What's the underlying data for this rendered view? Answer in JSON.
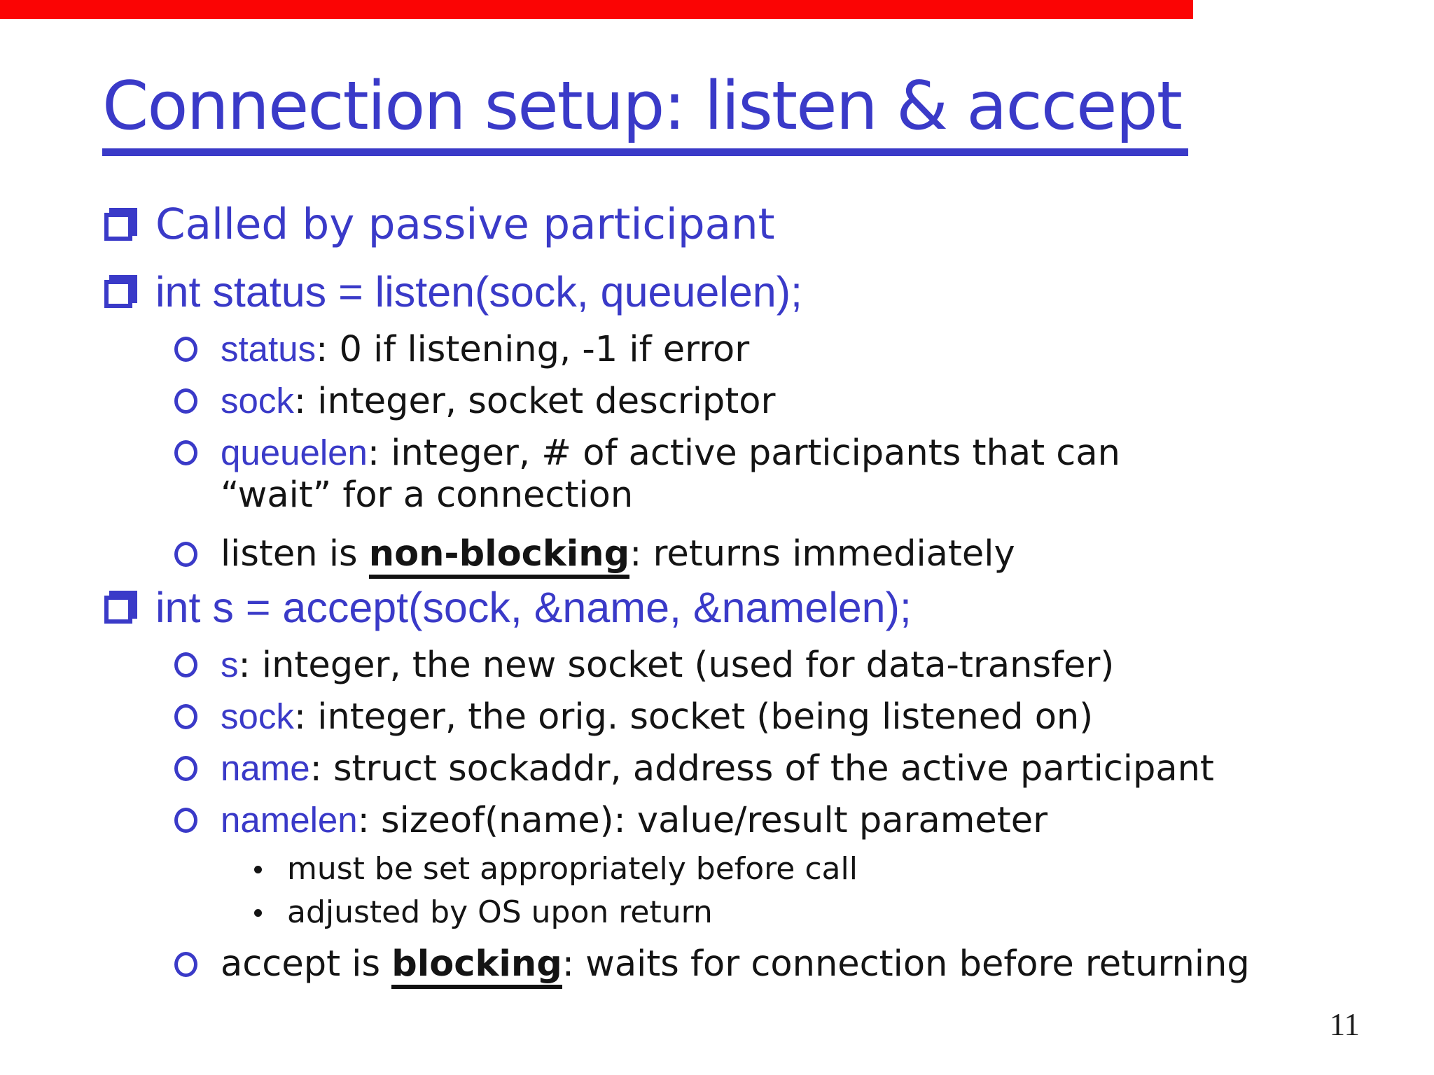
{
  "progress_bar": {
    "color": "#fb0404",
    "width_pct": 83.2
  },
  "colors": {
    "accent_blue": "#3a3ac8",
    "body_text": "#141414",
    "background": "#ffffff"
  },
  "title": {
    "text": "Connection setup: listen & accept"
  },
  "page_number": "11",
  "bullets": [
    {
      "level": 1,
      "bullet": "square",
      "segments": [
        {
          "t": "Called by passive participant",
          "c": "blue"
        }
      ]
    },
    {
      "level": 1,
      "bullet": "square",
      "segments": [
        {
          "t": "int status = listen(sock, queuelen);",
          "c": "blue",
          "f": "sans"
        }
      ]
    },
    {
      "level": 2,
      "bullet": "circle",
      "segments": [
        {
          "t": "status",
          "c": "blue",
          "f": "sans"
        },
        {
          "t": ": 0 if listening, -1 if error"
        }
      ]
    },
    {
      "level": 2,
      "bullet": "circle",
      "segments": [
        {
          "t": "sock",
          "c": "blue",
          "f": "sans"
        },
        {
          "t": ": integer, socket descriptor"
        }
      ]
    },
    {
      "level": 2,
      "bullet": "circle",
      "segments": [
        {
          "t": "queuelen",
          "c": "blue",
          "f": "sans"
        },
        {
          "t": ": integer, # of active participants that can"
        },
        {
          "br": true
        },
        {
          "t": "“wait” for a connection"
        }
      ]
    },
    {
      "level": 2,
      "bullet": "circle",
      "segments": [
        {
          "t": "listen is "
        },
        {
          "t": "non-blocking",
          "b": true,
          "u": true
        },
        {
          "t": ": returns immediately"
        }
      ]
    },
    {
      "level": 1,
      "bullet": "square",
      "segments": [
        {
          "t": "int s = accept(sock, &name, &namelen);",
          "c": "blue",
          "f": "sans"
        }
      ]
    },
    {
      "level": 2,
      "bullet": "circle",
      "segments": [
        {
          "t": "s",
          "c": "blue",
          "f": "sans"
        },
        {
          "t": ": integer, the new socket (used for data-transfer)"
        }
      ]
    },
    {
      "level": 2,
      "bullet": "circle",
      "segments": [
        {
          "t": "sock",
          "c": "blue",
          "f": "sans"
        },
        {
          "t": ": integer, the orig. socket (being listened on)"
        }
      ]
    },
    {
      "level": 2,
      "bullet": "circle",
      "segments": [
        {
          "t": "name",
          "c": "blue",
          "f": "sans"
        },
        {
          "t": ": struct sockaddr, address of the active participant"
        }
      ]
    },
    {
      "level": 2,
      "bullet": "circle",
      "segments": [
        {
          "t": "namelen",
          "c": "blue",
          "f": "sans"
        },
        {
          "t": ": sizeof(name): value/result parameter"
        }
      ]
    },
    {
      "level": 3,
      "bullet": "dot",
      "segments": [
        {
          "t": "must be set appropriately before call"
        }
      ]
    },
    {
      "level": 3,
      "bullet": "dot",
      "segments": [
        {
          "t": "adjusted by OS upon return"
        }
      ]
    },
    {
      "level": 2,
      "bullet": "circle",
      "segments": [
        {
          "t": "accept is "
        },
        {
          "t": "blocking",
          "b": true,
          "u": true
        },
        {
          "t": ": waits for connection before returning"
        }
      ]
    }
  ]
}
